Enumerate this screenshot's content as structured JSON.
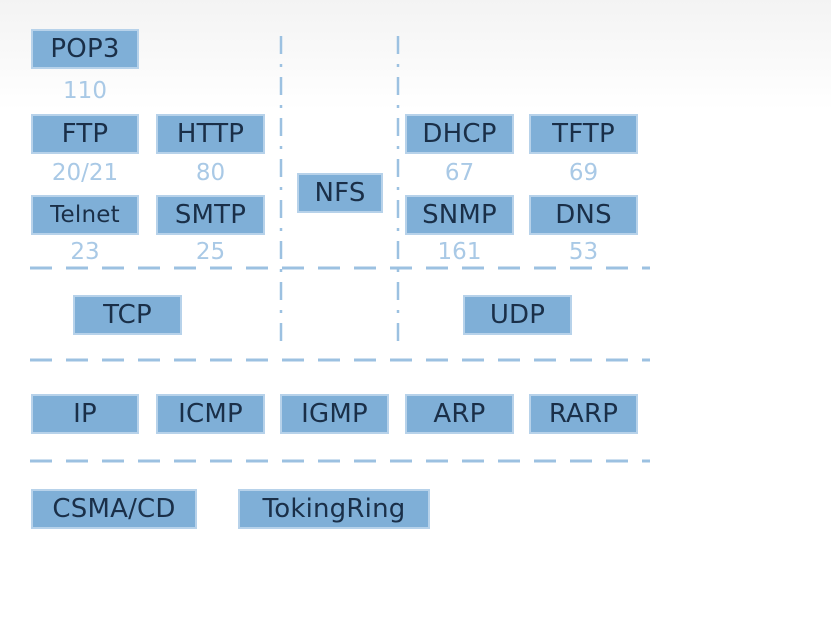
{
  "colors": {
    "box_fill": "#7fafd7",
    "box_border": "#b7d2ea",
    "box_text": "#1a2f48",
    "port_text": "#a9c9e6",
    "divider": "#9cc1e1"
  },
  "application_layer": {
    "tcp_protocols": [
      {
        "id": "pop3",
        "label": "POP3",
        "port": "110"
      },
      {
        "id": "ftp",
        "label": "FTP",
        "port": "20/21"
      },
      {
        "id": "http",
        "label": "HTTP",
        "port": "80"
      },
      {
        "id": "telnet",
        "label": "Telnet",
        "port": "23"
      },
      {
        "id": "smtp",
        "label": "SMTP",
        "port": "25"
      }
    ],
    "shared_protocols": [
      {
        "id": "nfs",
        "label": "NFS"
      }
    ],
    "udp_protocols": [
      {
        "id": "dhcp",
        "label": "DHCP",
        "port": "67"
      },
      {
        "id": "tftp",
        "label": "TFTP",
        "port": "69"
      },
      {
        "id": "snmp",
        "label": "SNMP",
        "port": "161"
      },
      {
        "id": "dns",
        "label": "DNS",
        "port": "53"
      }
    ]
  },
  "transport_layer": {
    "protocols": [
      {
        "id": "tcp",
        "label": "TCP"
      },
      {
        "id": "udp",
        "label": "UDP"
      }
    ]
  },
  "network_layer": {
    "protocols": [
      {
        "id": "ip",
        "label": "IP"
      },
      {
        "id": "icmp",
        "label": "ICMP"
      },
      {
        "id": "igmp",
        "label": "IGMP"
      },
      {
        "id": "arp",
        "label": "ARP"
      },
      {
        "id": "rarp",
        "label": "RARP"
      }
    ]
  },
  "link_layer": {
    "protocols": [
      {
        "id": "csma-cd",
        "label": "CSMA/CD"
      },
      {
        "id": "tokingring",
        "label": "TokingRing"
      }
    ]
  }
}
